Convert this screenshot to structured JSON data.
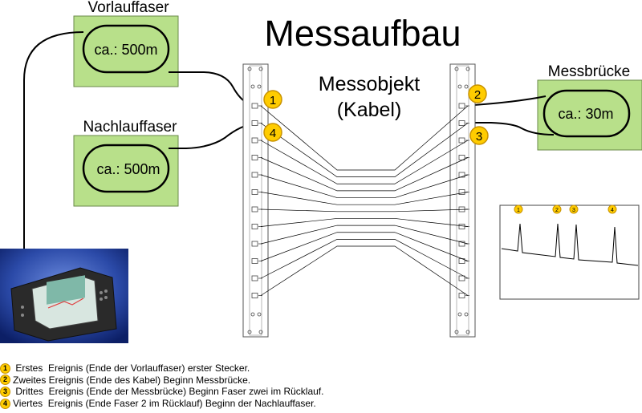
{
  "title": "Messaufbau",
  "object_label_line1": "Messobjekt",
  "object_label_line2": "(Kabel)",
  "boxes": {
    "vorlauf": {
      "heading": "Vorlauffaser",
      "spool": "ca.: 500m"
    },
    "nachlauf": {
      "heading": "Nachlauffaser",
      "spool": "ca.: 500m"
    },
    "messbruecke": {
      "heading": "Messbrücke",
      "spool": "ca.: 30m"
    }
  },
  "markers": [
    "1",
    "2",
    "3",
    "4"
  ],
  "trace_markers": [
    "1",
    "2",
    "3",
    "4"
  ],
  "legend": [
    {
      "num": "1",
      "text": " Erstes  Ereignis (Ende der Vorlauffaser) erster Stecker."
    },
    {
      "num": "2",
      "text": "Zweites Ereignis (Ende des Kabel) Beginn Messbrücke."
    },
    {
      "num": "3",
      "text": " Drittes  Ereignis (Ende der Messbrücke) Beginn Faser zwei im Rücklauf."
    },
    {
      "num": "4",
      "text": "Viertes  Ereignis (Ende Faser 2 im Rücklauf) Beginn der Nachlauffaser."
    }
  ],
  "colors": {
    "box_fill": "#b8e08a",
    "box_border": "#6a8a4a",
    "marker_fill": "#ffcc00",
    "marker_border": "#c89200",
    "device_blue": "#1f3a8c"
  }
}
